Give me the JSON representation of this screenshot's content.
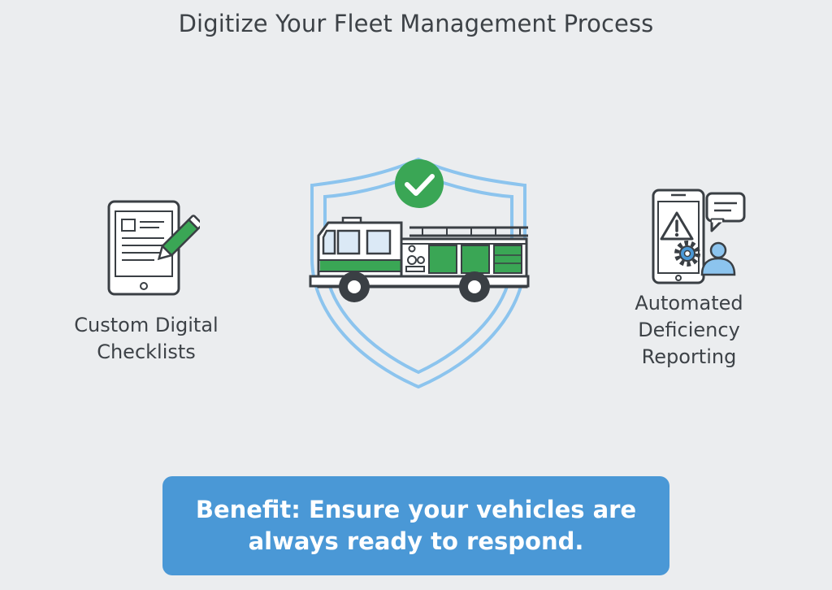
{
  "title": "Digitize Your Fleet Management Process",
  "features": {
    "left": {
      "icon": "tablet-checklist-icon",
      "line1": "Custom Digital",
      "line2": "Checklists"
    },
    "center": {
      "icon": "shield-fire-truck-icon",
      "badge_icon": "checkmark-icon"
    },
    "right": {
      "icon": "phone-warning-report-icon",
      "line1": "Automated",
      "line2": "Deficiency",
      "line3": "Reporting"
    }
  },
  "benefit": {
    "line1": "Benefit: Ensure your vehicles are",
    "line2": "always ready to respond."
  },
  "colors": {
    "background": "#ebedef",
    "accent_green": "#3aa655",
    "shield_blue": "#8cc4ee",
    "banner_blue": "#4a98d6",
    "outline": "#3a3f44"
  }
}
